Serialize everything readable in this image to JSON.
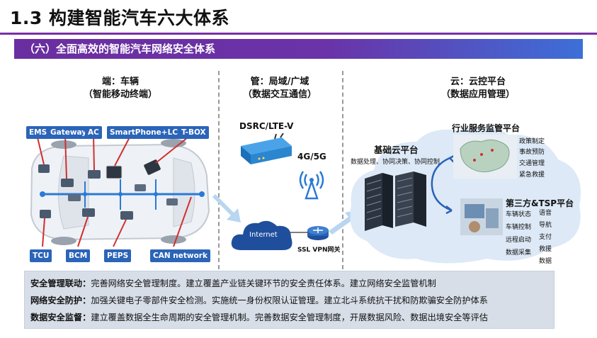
{
  "title": "1.3 构建智能汽车六大体系",
  "banner": "（六）全面高效的智能汽车网络安全体系",
  "left": {
    "head1": "端：车辆",
    "head2": "（智能移动终端）",
    "tags_top": [
      "EMS",
      "Gateway",
      "AC",
      "SmartPhone+LCD",
      "T-BOX"
    ],
    "tags_bottom": [
      "TCU",
      "BCM",
      "PEPS",
      "CAN network"
    ]
  },
  "middle": {
    "head1": "管：局域/广域",
    "head2": "（数据交互通信）",
    "dsrc": "DSRC/LTE-V",
    "g45": "4G/5G",
    "internet": "Internet",
    "ssl": "SSL VPN网关"
  },
  "right": {
    "head1": "云：云控平台",
    "head2": "（数据应用管理）",
    "base_title": "基础云平台",
    "base_sub": "数据处理、协同决策、协同控制",
    "industry_title": "行业服务监管平台",
    "industry_items": [
      "政策制定",
      "事故预防",
      "交通管理",
      "紧急救援"
    ],
    "tsp_title": "第三方&TSP平台",
    "tsp_col1": [
      "车辆状态",
      "车辆控制",
      "远程启动",
      "数据采集"
    ],
    "tsp_col2": [
      "语音",
      "导航",
      "支付",
      "救援",
      "数据"
    ]
  },
  "bottom": {
    "rows": [
      {
        "key": "安全管理联动：",
        "text": "完善网络安全管理制度。建立覆盖产业链关键环节的安全责任体系。建立网络安全监管机制"
      },
      {
        "key": "网络安全防护：",
        "text": "加强关键电子零部件安全检测。实施统一身份权限认证管理。建立北斗系统抗干扰和防欺骗安全防护体系"
      },
      {
        "key": "数据安全监督：",
        "text": "建立覆盖数据全生命周期的安全管理机制。完善数据安全管理制度，开展数据风险、数据出境安全等评估"
      }
    ]
  },
  "colors": {
    "accent_purple": "#6b2ea0",
    "tag_blue": "#2b64b8",
    "bus_blue": "#2a7ad6",
    "bus_red": "#d03030"
  }
}
